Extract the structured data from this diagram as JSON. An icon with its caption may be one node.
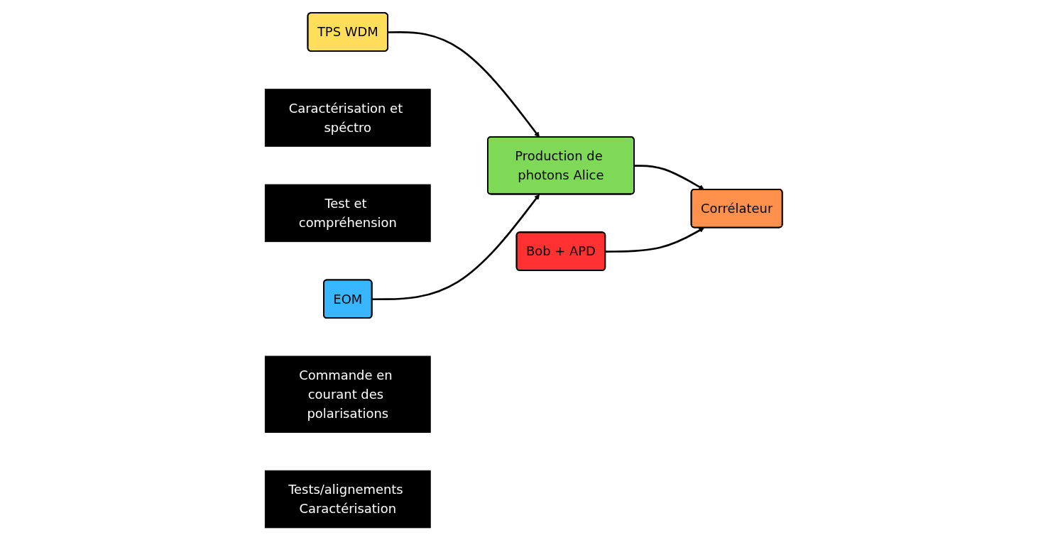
{
  "diagram": {
    "nodes": [
      {
        "text": [
          "TPS WDM"
        ]
      },
      {
        "text": [
          "Caractérisation et spéctro"
        ]
      },
      {
        "text": [
          "Production de photons Alice"
        ]
      },
      {
        "text": [
          "Corrélateur"
        ]
      },
      {
        "text": [
          "Test et compréhension"
        ]
      },
      {
        "text": [
          "EOM"
        ]
      },
      {
        "text": [
          "Commande en courant des polarisations"
        ]
      },
      {
        "text": [
          "Bob + APD"
        ]
      },
      {
        "text": [
          "Tests/alignements Caractérisation"
        ]
      }
    ],
    "edges": [
      {
        "from": 0,
        "to": 2,
        "arrow": "to"
      },
      {
        "from": 5,
        "to": 2,
        "arrow": "to"
      },
      {
        "from": 2,
        "to": 3,
        "arrow": "to"
      },
      {
        "from": 7,
        "to": 3,
        "arrow": "to"
      }
    ]
  }
}
